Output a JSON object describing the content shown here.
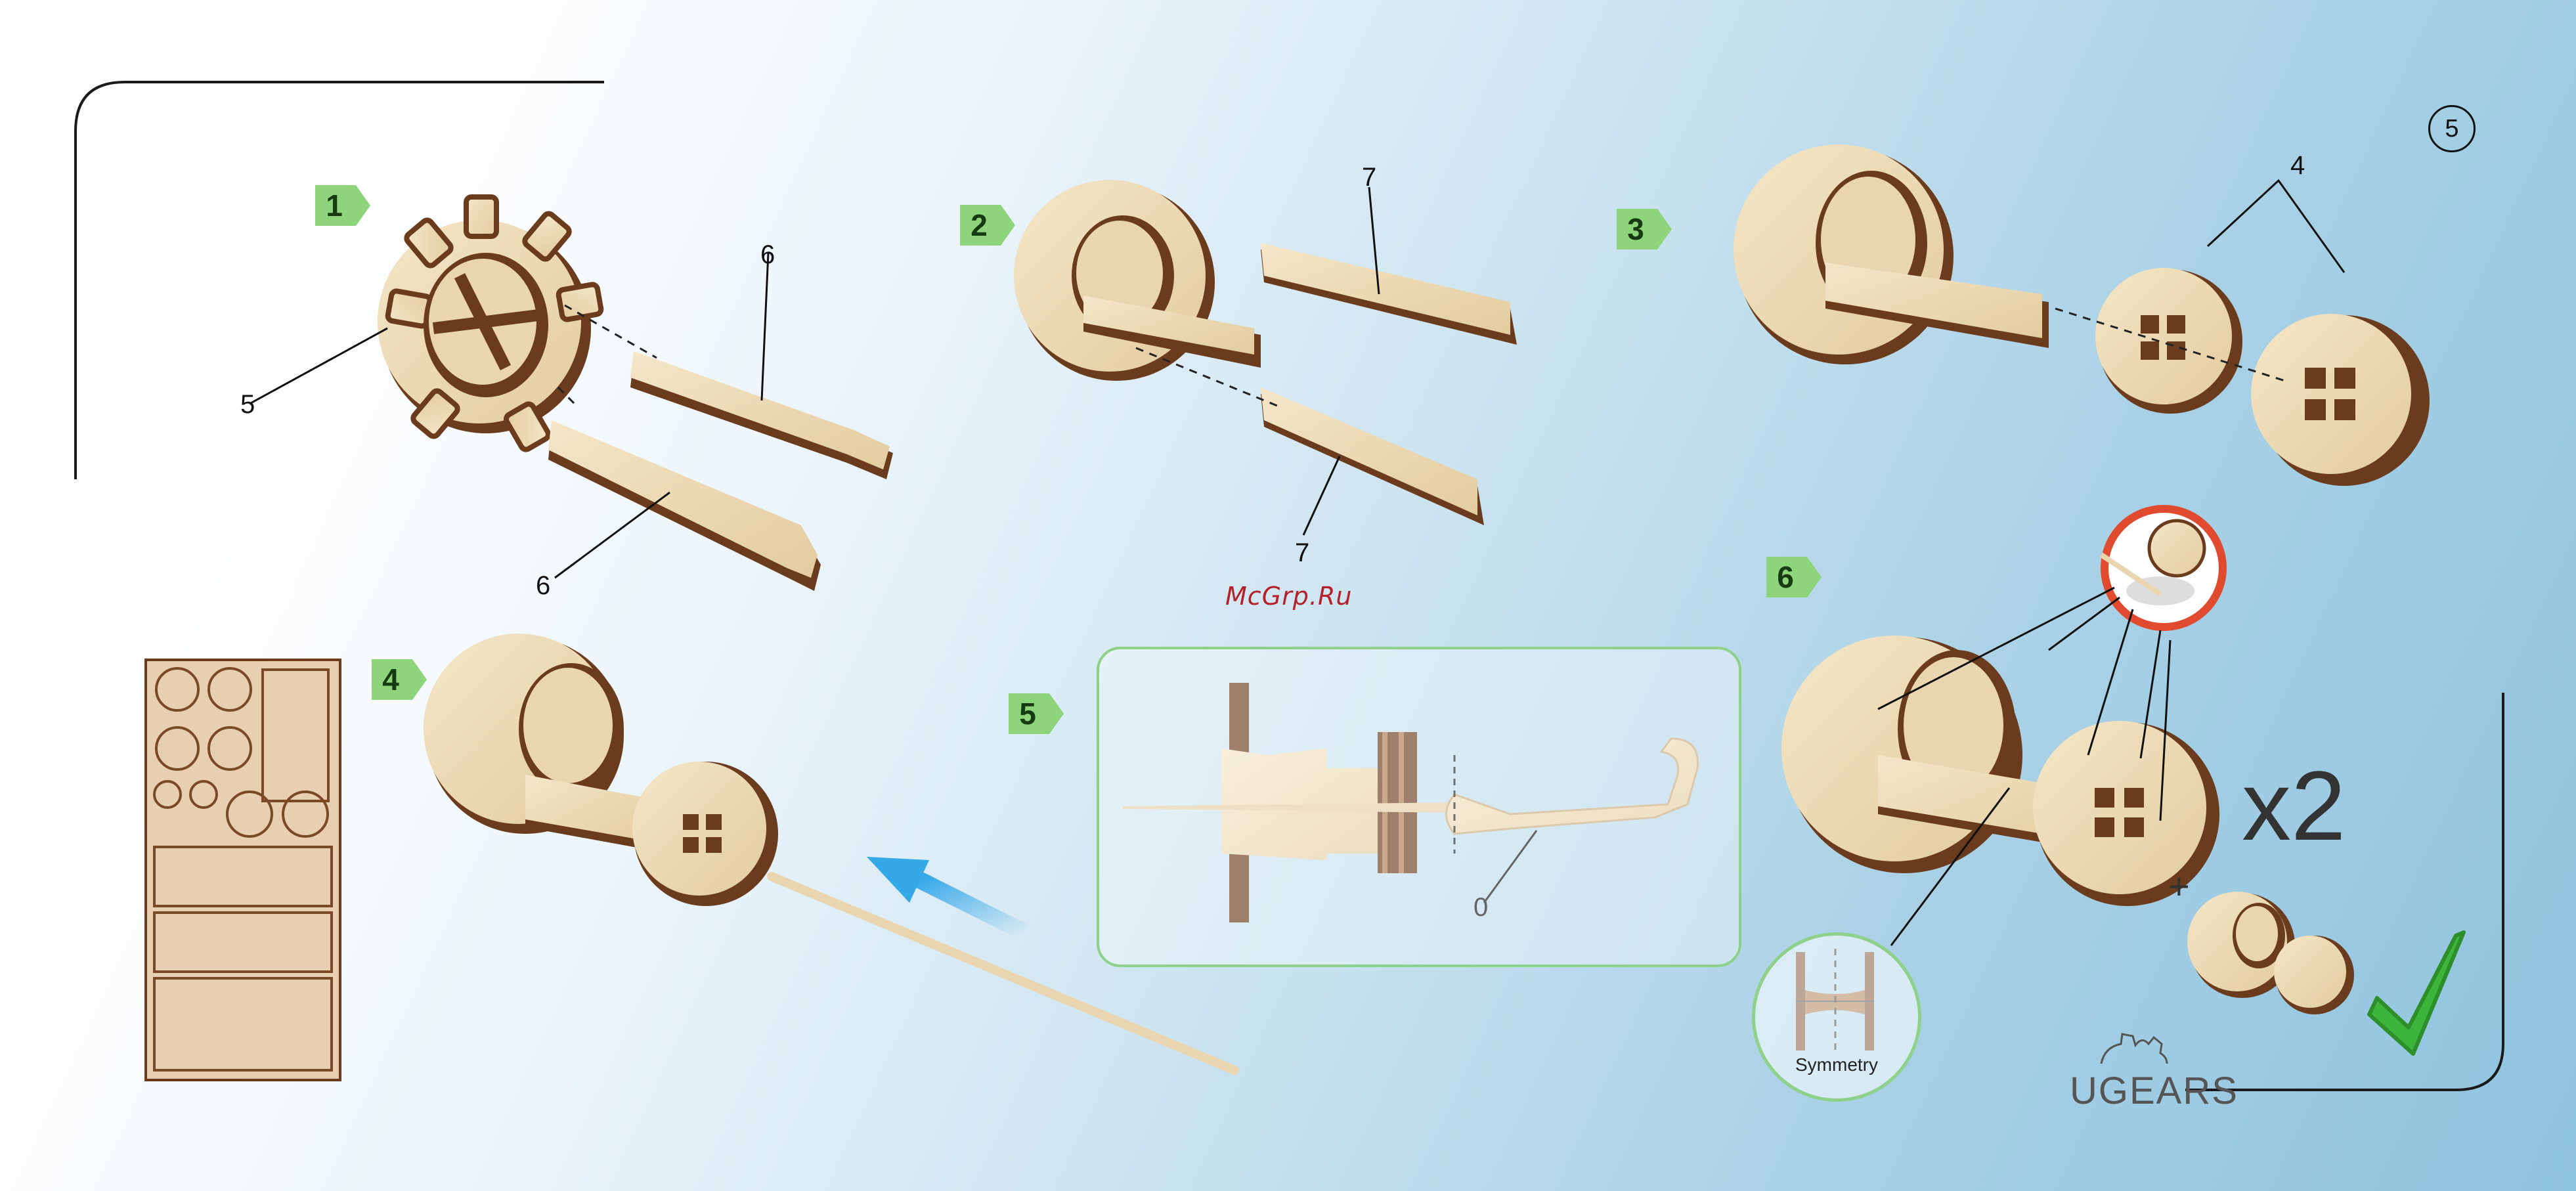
{
  "steps": [
    {
      "number": "1",
      "callouts": [
        "6",
        "5",
        "6"
      ]
    },
    {
      "number": "2",
      "callouts": [
        "7",
        "7"
      ]
    },
    {
      "number": "3",
      "callouts": [
        "4"
      ]
    },
    {
      "number": "4",
      "callouts": []
    },
    {
      "number": "5",
      "callouts": [
        "0"
      ]
    },
    {
      "number": "6",
      "callouts": []
    }
  ],
  "page_number": "5",
  "watermark": "McGrp.Ru",
  "symmetry_label": "Symmetry",
  "multiplier": "x2",
  "plus": "+",
  "brand": "UGEARS",
  "colors": {
    "badge_green": "#8ed47a",
    "box_green": "#8fd08a",
    "arrow_blue": "#35a8e8",
    "check_green": "#3db53a",
    "wood_light": "#ecd9b5",
    "wood_dark": "#6a3b1c",
    "highlight_red": "#e04b2f",
    "watermark_red": "#b5202a"
  },
  "icons": [
    "gear-icon",
    "check-icon",
    "arrow-icon",
    "ugears-logo-icon"
  ]
}
